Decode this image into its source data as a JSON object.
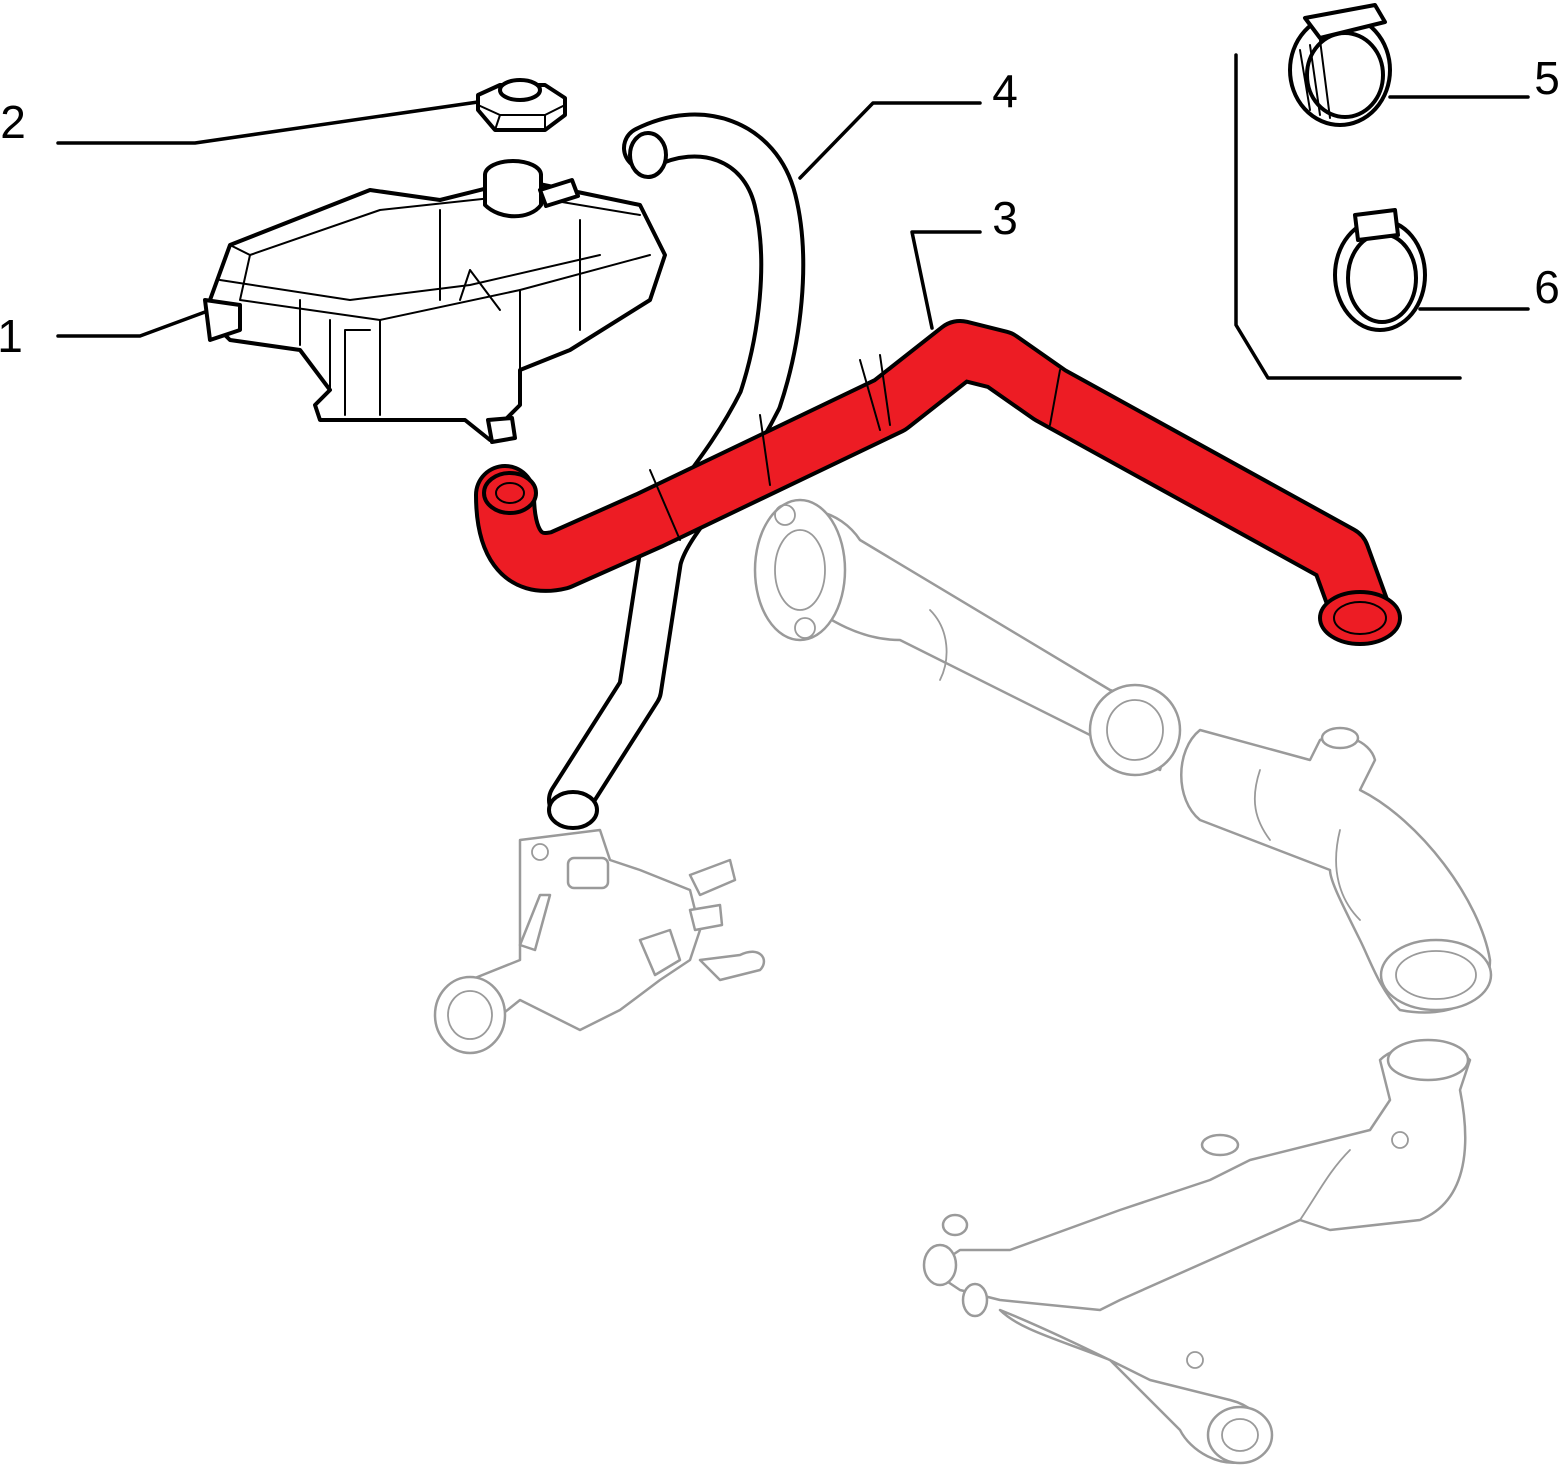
{
  "callouts": [
    {
      "id": "1",
      "label": "1"
    },
    {
      "id": "2",
      "label": "2"
    },
    {
      "id": "3",
      "label": "3"
    },
    {
      "id": "4",
      "label": "4"
    },
    {
      "id": "5",
      "label": "5"
    },
    {
      "id": "6",
      "label": "6"
    }
  ],
  "colors": {
    "highlight": "#ed1c24",
    "outline": "#000000",
    "context_parts": "#9a9a9a",
    "background": "#ffffff"
  }
}
